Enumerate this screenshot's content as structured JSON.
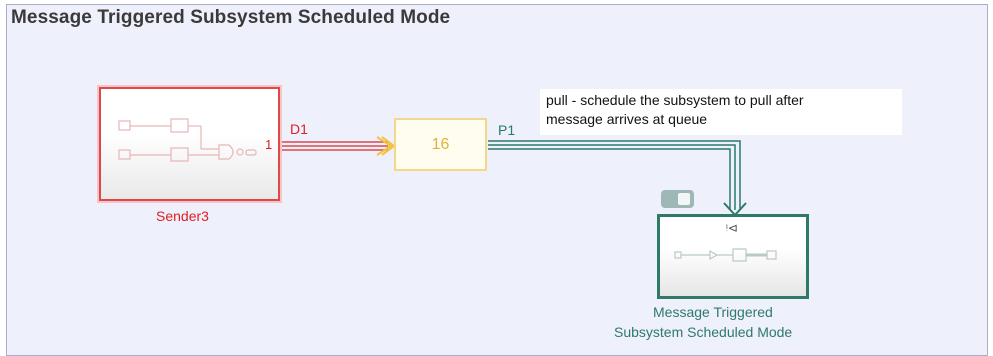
{
  "canvas": {
    "area_title": "Message Triggered Subsystem Scheduled Mode"
  },
  "blocks": {
    "sender": {
      "name": "Sender3",
      "output_port": "1"
    },
    "queue": {
      "value": "16"
    },
    "subsystem": {
      "name_line1": "Message Triggered",
      "name_line2": "Subsystem Scheduled Mode",
      "trigger_glyph": "ᵎ⊲"
    }
  },
  "signals": {
    "sender_out": "D1",
    "queue_out": "P1"
  },
  "annotation": {
    "line1": "pull - schedule the subsystem to pull after",
    "line2": "message arrives at queue"
  },
  "colors": {
    "sender": "#e0474a",
    "queue": "#f2d888",
    "subsystem": "#2e7a67",
    "message_line": "#2a7a66"
  }
}
